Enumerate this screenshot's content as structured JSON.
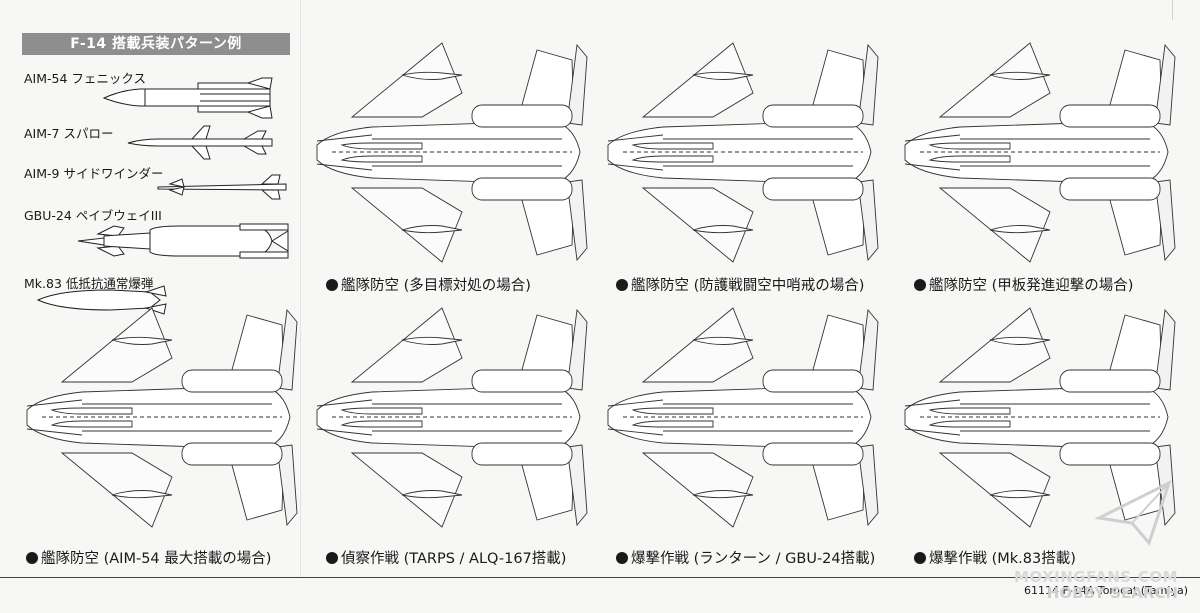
{
  "title": "F-14 搭載兵装パターン例",
  "weapons": [
    {
      "label": "AIM-54 フェニックス",
      "icon": "aim54-missile-icon"
    },
    {
      "label": "AIM-7 スパロー",
      "icon": "aim7-missile-icon"
    },
    {
      "label": "AIM-9 サイドワインダー",
      "icon": "aim9-missile-icon"
    },
    {
      "label": "GBU-24 ペイブウェイIII",
      "icon": "gbu24-bomb-icon"
    },
    {
      "label": "Mk.83 低抵抗通常爆弾",
      "icon": "mk83-bomb-icon"
    }
  ],
  "patterns": [
    {
      "caption": "艦隊防空 (多目標対処の場合)",
      "icon": "f14-aim54-aim7-aim9-loadout-icon"
    },
    {
      "caption": "艦隊防空 (防護戦闘空中哨戒の場合)",
      "icon": "f14-aim7-aim9-loadout-icon"
    },
    {
      "caption": "艦隊防空 (甲板発進迎撃の場合)",
      "icon": "f14-aim54-aim9-loadout-icon"
    },
    {
      "caption": "艦隊防空 (AIM-54 最大搭載の場合)",
      "icon": "f14-aim54-max-loadout-icon"
    },
    {
      "caption": "偵察作戦 (TARPS / ALQ-167搭載)",
      "icon": "f14-tarps-loadout-icon"
    },
    {
      "caption": "爆撃作戦 (ランターン / GBU-24搭載)",
      "icon": "f14-gbu24-loadout-icon"
    },
    {
      "caption": "爆撃作戦 (Mk.83搭載)",
      "icon": "f14-mk83-loadout-icon"
    }
  ],
  "footer": "61114 F-14A Tomcat (Tamiya)",
  "watermark": {
    "line1": "MOXINGFANS.COM",
    "line2": "HOBBY SEARCH"
  }
}
